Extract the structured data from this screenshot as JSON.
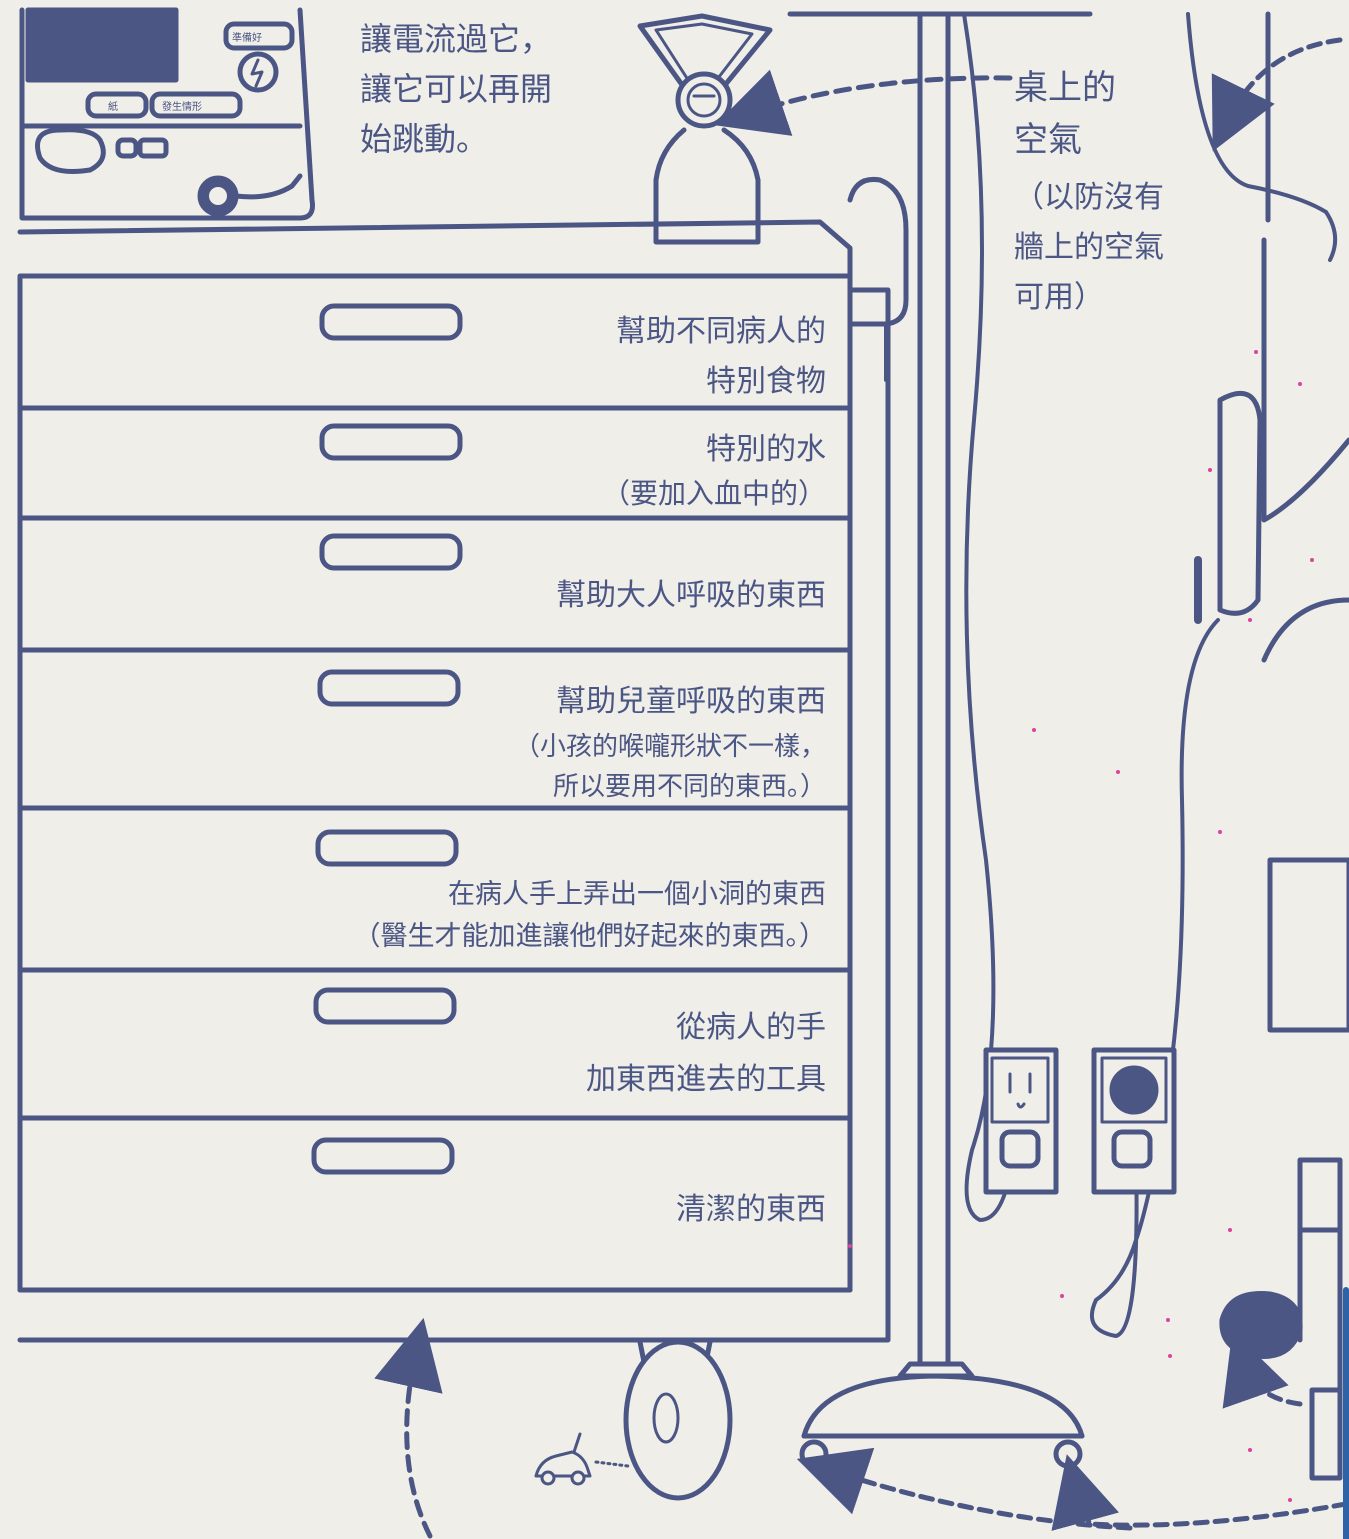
{
  "monitor": {
    "button_ready": "準備好",
    "button_paper": "紙",
    "button_event": "發生情形"
  },
  "top_caption": {
    "line1": "讓電流過它，",
    "line2": "讓它可以再開",
    "line3": "始跳動。"
  },
  "desk_air": {
    "title1": "桌上的",
    "title2": "空氣",
    "note1": "（以防沒有",
    "note2": "牆上的空氣",
    "note3": "可用）"
  },
  "drawers": [
    {
      "line1": "幫助不同病人的",
      "line2": "特別食物"
    },
    {
      "line1": "特別的水",
      "line2": "（要加入血中的）"
    },
    {
      "line1": "幫助大人呼吸的東西"
    },
    {
      "line1": "幫助兒童呼吸的東西",
      "line2": "（小孩的喉嚨形狀不一樣，",
      "line3": "所以要用不同的東西。）"
    },
    {
      "line1": "在病人手上弄出一個小洞的東西",
      "line2": "（醫生才能加進讓他們好起來的東西。）"
    },
    {
      "line1": "從病人的手",
      "line2": "加東西進去的工具"
    },
    {
      "line1": "清潔的東西"
    }
  ],
  "colors": {
    "ink": "#4b5684",
    "paper": "#efeee9",
    "speck": "#d9459a"
  }
}
